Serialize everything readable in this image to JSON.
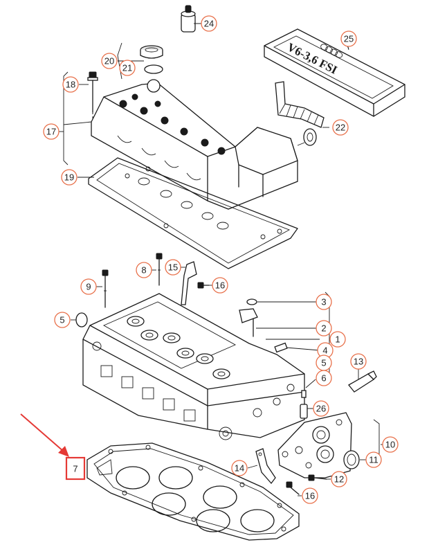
{
  "diagram": {
    "cover_badge": "V6-3,6 FSI",
    "highlight_color": "#e53935",
    "callout_color": "#e8704a",
    "callouts": [
      {
        "id": "24",
        "label": "24"
      },
      {
        "id": "25",
        "label": "25"
      },
      {
        "id": "20",
        "label": "20"
      },
      {
        "id": "21",
        "label": "21"
      },
      {
        "id": "18",
        "label": "18"
      },
      {
        "id": "17",
        "label": "17"
      },
      {
        "id": "22",
        "label": "22"
      },
      {
        "id": "19",
        "label": "19"
      },
      {
        "id": "8",
        "label": "8"
      },
      {
        "id": "15",
        "label": "15"
      },
      {
        "id": "16a",
        "label": "16"
      },
      {
        "id": "9",
        "label": "9"
      },
      {
        "id": "3",
        "label": "3"
      },
      {
        "id": "5a",
        "label": "5"
      },
      {
        "id": "2",
        "label": "2"
      },
      {
        "id": "1",
        "label": "1"
      },
      {
        "id": "4",
        "label": "4"
      },
      {
        "id": "5b",
        "label": "5"
      },
      {
        "id": "13",
        "label": "13"
      },
      {
        "id": "6",
        "label": "6"
      },
      {
        "id": "26",
        "label": "26"
      },
      {
        "id": "10",
        "label": "10"
      },
      {
        "id": "11",
        "label": "11"
      },
      {
        "id": "14",
        "label": "14"
      },
      {
        "id": "12",
        "label": "12"
      },
      {
        "id": "16b",
        "label": "16"
      },
      {
        "id": "7",
        "label": "7"
      }
    ]
  }
}
